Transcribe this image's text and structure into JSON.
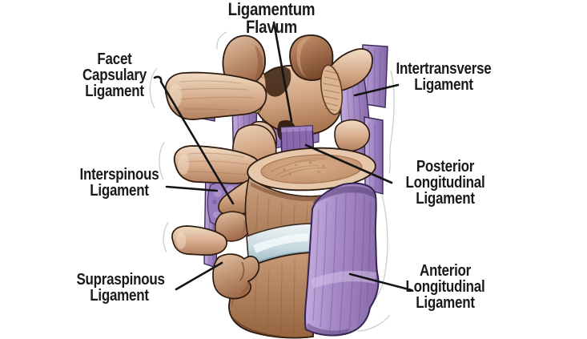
{
  "figure": {
    "labels": [
      {
        "id": "ligamentum-flavum",
        "text": "Ligamentum Flavum"
      },
      {
        "id": "facet-capsulary-ligament",
        "text": "Facet\nCapsulary\nLigament"
      },
      {
        "id": "intertransverse-ligament",
        "text": "Intertransverse\nLigament"
      },
      {
        "id": "interspinous-ligament",
        "text": "Interspinous\nLigament"
      },
      {
        "id": "posterior-longitudinal-ligament",
        "text": "Posterior\nLongitudinal\nLigament"
      },
      {
        "id": "supraspinous-ligament",
        "text": "Supraspinous\nLigament"
      },
      {
        "id": "anterior-longitudinal-ligament",
        "text": "Anterior\nLongitudinal\nLigament"
      }
    ],
    "colors": {
      "background": "#ffffff",
      "label-text": "#1a1a1a",
      "leader-line": "#141414",
      "halo": "#cdcdcd",
      "bone-light": "#ecd3b8",
      "bone-mid": "#cfa283",
      "bone-dark": "#8e5a3c",
      "bone-outline": "#2c1a0f",
      "ligament-light": "#c7b2e0",
      "ligament-mid": "#a78cc6",
      "ligament-dark": "#7d5fa3",
      "ligament-outline": "#362552",
      "disc-light": "#eef4f6",
      "disc-mid": "#b2c9d3"
    }
  }
}
